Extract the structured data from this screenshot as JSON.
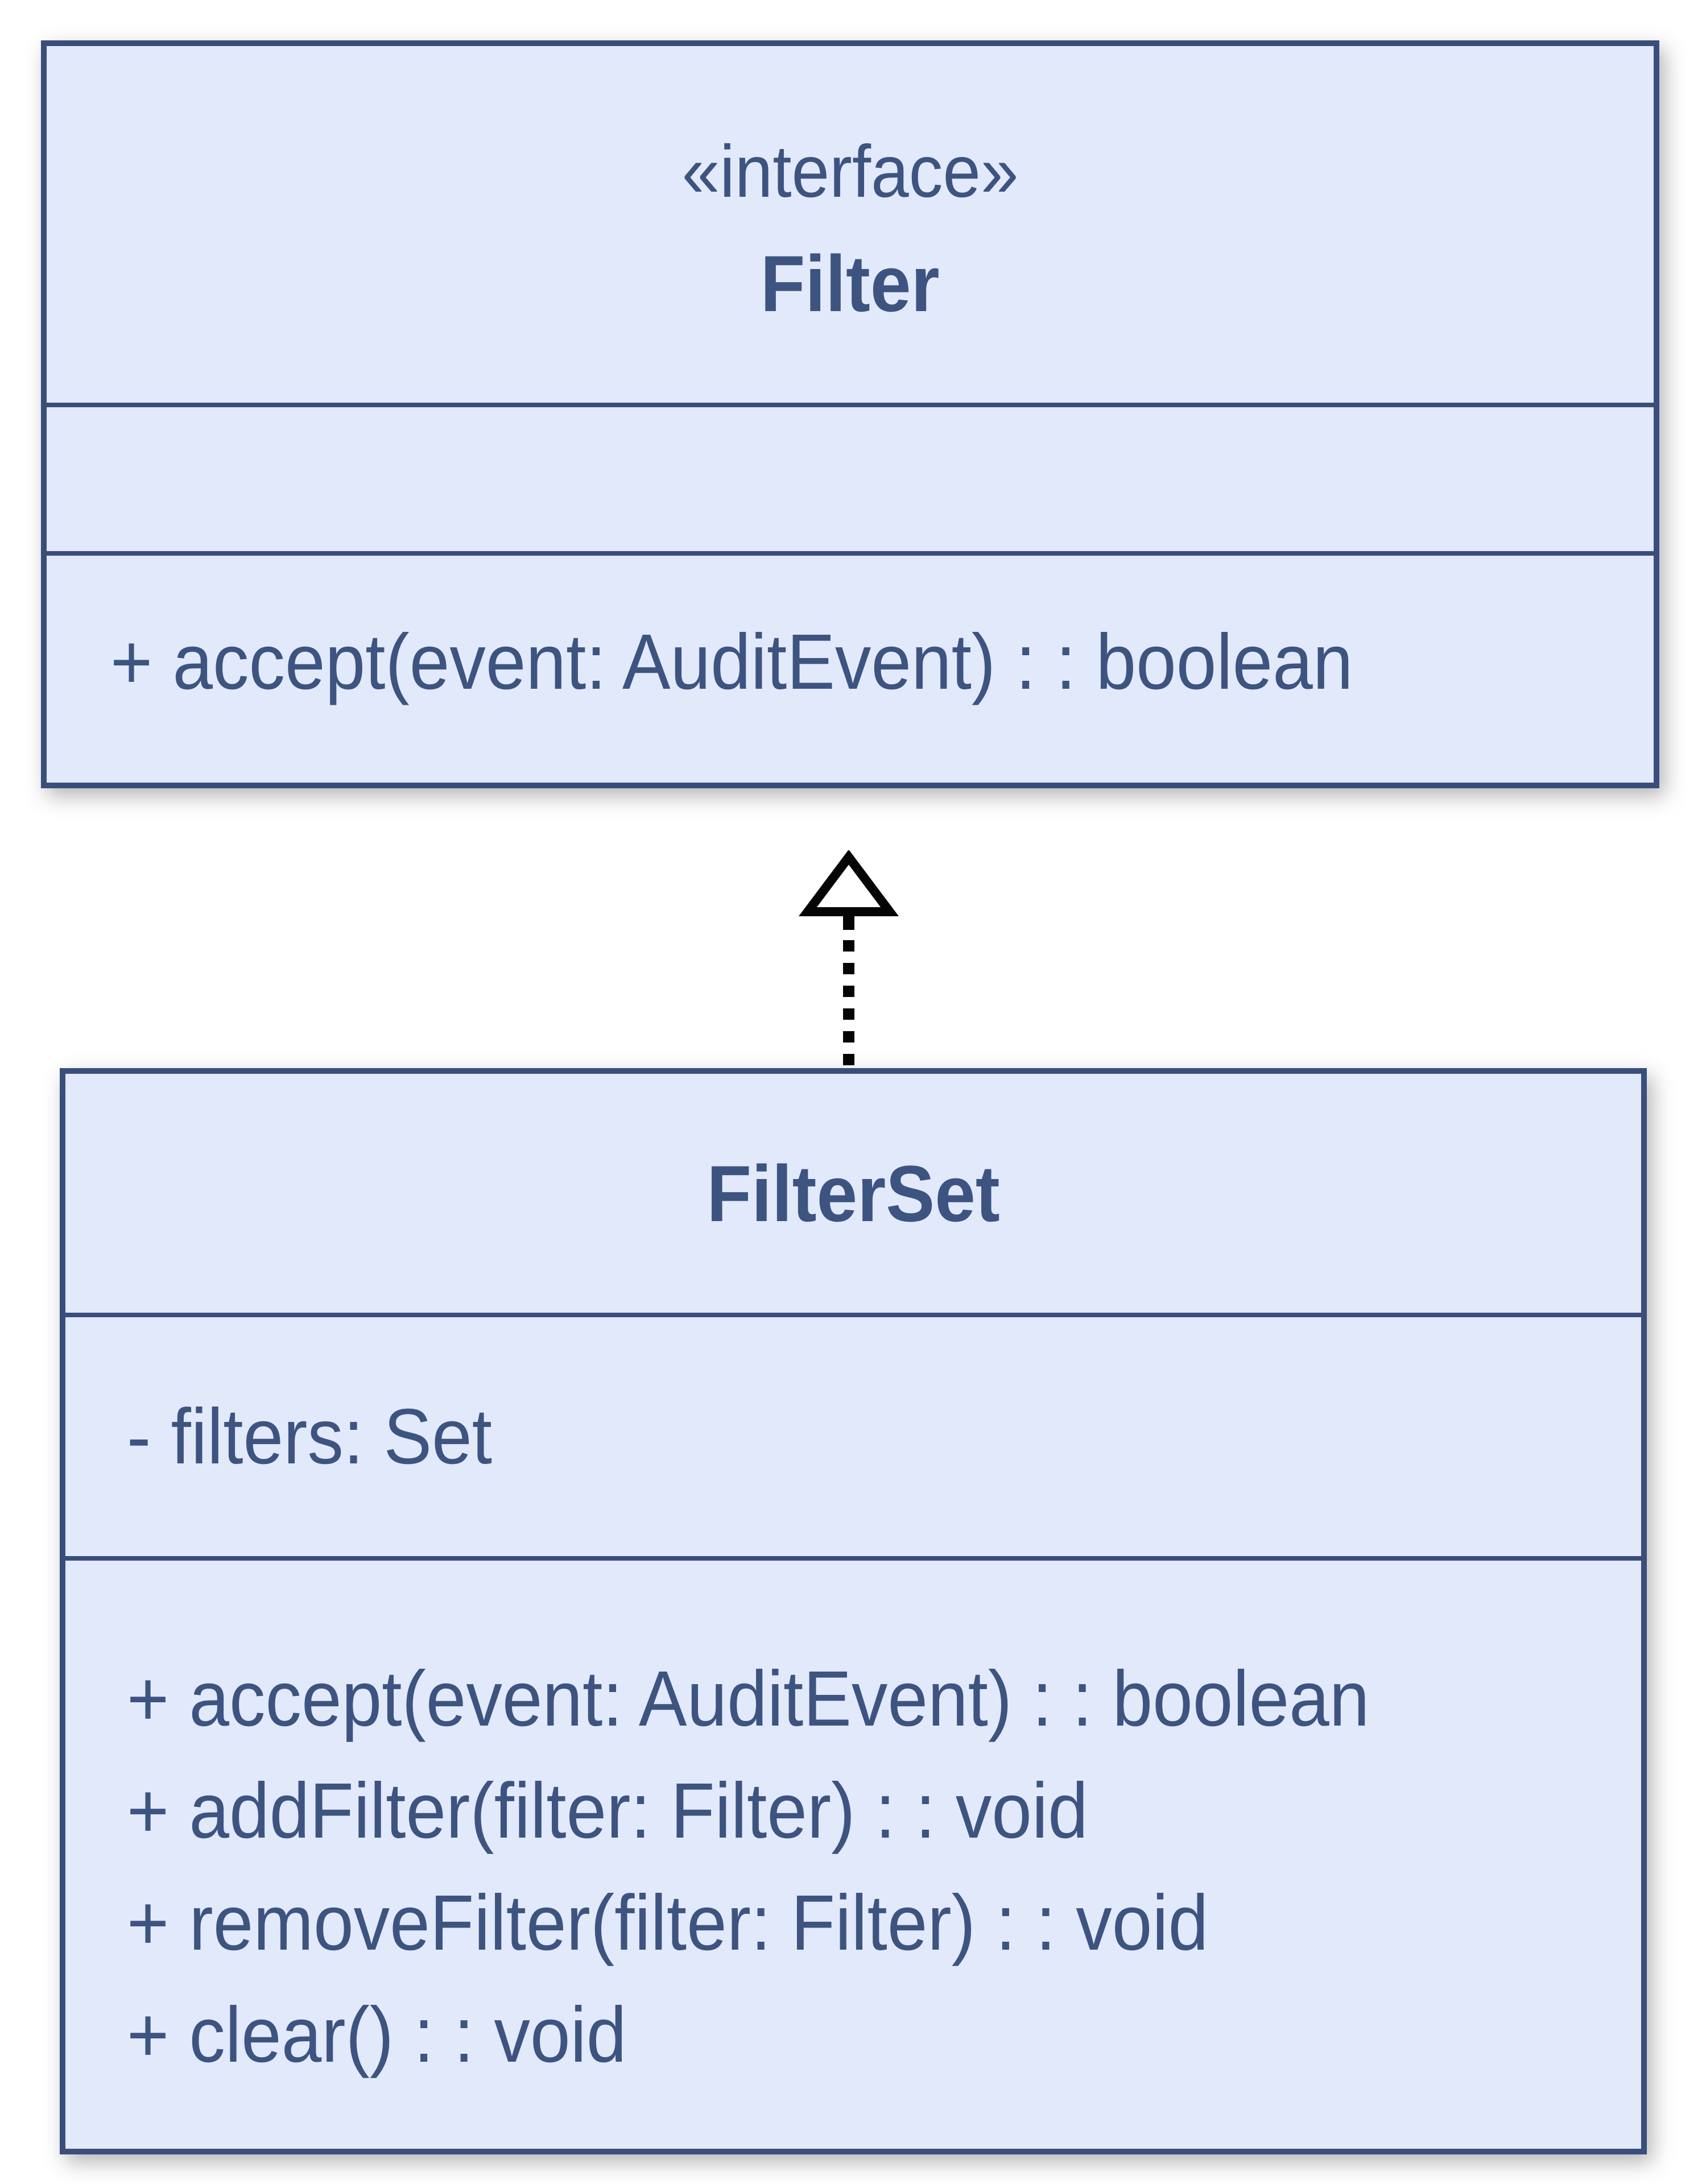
{
  "diagram": {
    "background_color": "#ffffff",
    "box_fill_color": "#e1e9fb",
    "box_border_color": "#3a4e7c",
    "text_color": "#3d5480",
    "arrow_color": "#050505"
  },
  "interface_class": {
    "stereotype": "«interface»",
    "name": "Filter",
    "attributes": [],
    "methods": [
      "+ accept(event: AuditEvent) : : boolean"
    ]
  },
  "filterset_class": {
    "name": "FilterSet",
    "attributes": [
      "- filters: Set"
    ],
    "methods": [
      "+ accept(event: AuditEvent) : : boolean",
      "+ addFilter(filter: Filter) : : void",
      "+ removeFilter(filter: Filter) : : void",
      "+ clear() : : void"
    ]
  },
  "relationship": {
    "type": "realization",
    "from": "FilterSet",
    "to": "Filter",
    "line_style": "dashed",
    "arrowhead": "hollow-triangle"
  }
}
